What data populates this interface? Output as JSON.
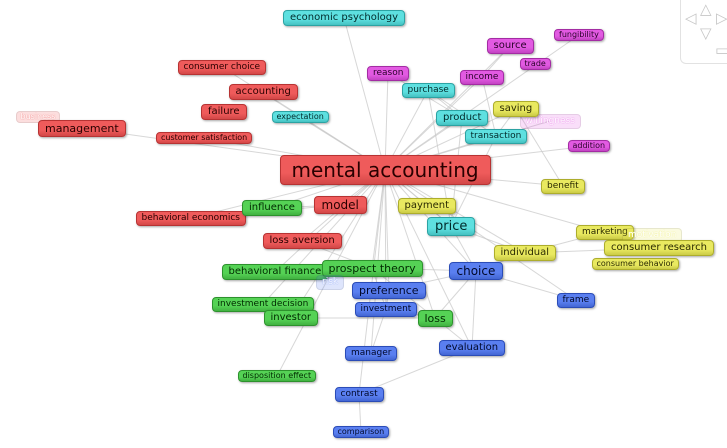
{
  "clusters": {
    "red": {
      "color": "#ef5b5b",
      "border": "#b73333",
      "text": "#2a0000"
    },
    "green": {
      "color": "#55d255",
      "border": "#2d922d",
      "text": "#002a00"
    },
    "blue": {
      "color": "#5a7ff0",
      "border": "#2b4cb7",
      "text": "#00082a"
    },
    "yellow": {
      "color": "#e9e960",
      "border": "#adad2c",
      "text": "#2a2a00"
    },
    "purple": {
      "color": "#e25ae2",
      "border": "#a32ca3",
      "text": "#2a002a"
    },
    "cyan": {
      "color": "#5ee0e0",
      "border": "#2ca3a3",
      "text": "#002a2a"
    }
  },
  "nodes": [
    {
      "id": "mental-accounting",
      "label": "mental accounting",
      "cluster": "red"
    },
    {
      "id": "economic-psychology",
      "label": "economic psychology",
      "cluster": "cyan"
    },
    {
      "id": "consumer-choice",
      "label": "consumer choice",
      "cluster": "red"
    },
    {
      "id": "accounting",
      "label": "accounting",
      "cluster": "red"
    },
    {
      "id": "failure",
      "label": "failure",
      "cluster": "red"
    },
    {
      "id": "business",
      "label": "business",
      "cluster": "red",
      "faded": true
    },
    {
      "id": "management",
      "label": "management",
      "cluster": "red"
    },
    {
      "id": "customer-satisfaction",
      "label": "customer satisfaction",
      "cluster": "red"
    },
    {
      "id": "model",
      "label": "model",
      "cluster": "red"
    },
    {
      "id": "behavioral-economics",
      "label": "behavioral economics",
      "cluster": "red"
    },
    {
      "id": "loss-aversion",
      "label": "loss aversion",
      "cluster": "red"
    },
    {
      "id": "source",
      "label": "source",
      "cluster": "purple"
    },
    {
      "id": "fungibility",
      "label": "fungibility",
      "cluster": "purple"
    },
    {
      "id": "trade",
      "label": "trade",
      "cluster": "purple"
    },
    {
      "id": "reason",
      "label": "reason",
      "cluster": "purple"
    },
    {
      "id": "income",
      "label": "income",
      "cluster": "purple"
    },
    {
      "id": "willingness",
      "label": "willingness",
      "cluster": "purple",
      "faded": true
    },
    {
      "id": "addition",
      "label": "addition",
      "cluster": "purple"
    },
    {
      "id": "purchase",
      "label": "purchase",
      "cluster": "cyan"
    },
    {
      "id": "expectation",
      "label": "expectation",
      "cluster": "cyan"
    },
    {
      "id": "product",
      "label": "product",
      "cluster": "cyan"
    },
    {
      "id": "transaction",
      "label": "transaction",
      "cluster": "cyan"
    },
    {
      "id": "price",
      "label": "price",
      "cluster": "cyan"
    },
    {
      "id": "saving",
      "label": "saving",
      "cluster": "yellow"
    },
    {
      "id": "benefit",
      "label": "benefit",
      "cluster": "yellow"
    },
    {
      "id": "payment",
      "label": "payment",
      "cluster": "yellow"
    },
    {
      "id": "individual",
      "label": "individual",
      "cluster": "yellow"
    },
    {
      "id": "marketing",
      "label": "marketing",
      "cluster": "yellow"
    },
    {
      "id": "motivation",
      "label": "motivation",
      "cluster": "yellow",
      "faded": true
    },
    {
      "id": "consumer-research",
      "label": "consumer research",
      "cluster": "yellow"
    },
    {
      "id": "consumer-behavior",
      "label": "consumer behavior",
      "cluster": "yellow"
    },
    {
      "id": "influence",
      "label": "influence",
      "cluster": "green"
    },
    {
      "id": "behavioral-finance",
      "label": "behavioral finance",
      "cluster": "green"
    },
    {
      "id": "prospect-theory",
      "label": "prospect theory",
      "cluster": "green"
    },
    {
      "id": "investment-decision",
      "label": "investment decision",
      "cluster": "green"
    },
    {
      "id": "investor",
      "label": "investor",
      "cluster": "green"
    },
    {
      "id": "loss",
      "label": "loss",
      "cluster": "green"
    },
    {
      "id": "disposition-effect",
      "label": "disposition effect",
      "cluster": "green"
    },
    {
      "id": "choice",
      "label": "choice",
      "cluster": "blue"
    },
    {
      "id": "risk",
      "label": "risk",
      "cluster": "blue",
      "faded": true
    },
    {
      "id": "preference",
      "label": "preference",
      "cluster": "blue"
    },
    {
      "id": "investment",
      "label": "investment",
      "cluster": "blue"
    },
    {
      "id": "frame",
      "label": "frame",
      "cluster": "blue"
    },
    {
      "id": "evaluation",
      "label": "evaluation",
      "cluster": "blue"
    },
    {
      "id": "manager",
      "label": "manager",
      "cluster": "blue"
    },
    {
      "id": "contrast",
      "label": "contrast",
      "cluster": "blue"
    },
    {
      "id": "comparison",
      "label": "comparison",
      "cluster": "blue"
    }
  ],
  "edges": [
    [
      "mental-accounting",
      "economic-psychology"
    ],
    [
      "mental-accounting",
      "consumer-choice"
    ],
    [
      "mental-accounting",
      "accounting"
    ],
    [
      "mental-accounting",
      "management"
    ],
    [
      "mental-accounting",
      "customer-satisfaction"
    ],
    [
      "mental-accounting",
      "model"
    ],
    [
      "mental-accounting",
      "behavioral-economics"
    ],
    [
      "mental-accounting",
      "loss-aversion"
    ],
    [
      "mental-accounting",
      "source"
    ],
    [
      "mental-accounting",
      "fungibility"
    ],
    [
      "mental-accounting",
      "income"
    ],
    [
      "mental-accounting",
      "reason"
    ],
    [
      "mental-accounting",
      "purchase"
    ],
    [
      "mental-accounting",
      "expectation"
    ],
    [
      "mental-accounting",
      "product"
    ],
    [
      "mental-accounting",
      "transaction"
    ],
    [
      "mental-accounting",
      "price"
    ],
    [
      "mental-accounting",
      "saving"
    ],
    [
      "mental-accounting",
      "benefit"
    ],
    [
      "mental-accounting",
      "payment"
    ],
    [
      "mental-accounting",
      "individual"
    ],
    [
      "mental-accounting",
      "consumer-research"
    ],
    [
      "mental-accounting",
      "influence"
    ],
    [
      "mental-accounting",
      "behavioral-finance"
    ],
    [
      "mental-accounting",
      "prospect-theory"
    ],
    [
      "mental-accounting",
      "investment-decision"
    ],
    [
      "mental-accounting",
      "investor"
    ],
    [
      "mental-accounting",
      "loss"
    ],
    [
      "mental-accounting",
      "choice"
    ],
    [
      "mental-accounting",
      "preference"
    ],
    [
      "mental-accounting",
      "investment"
    ],
    [
      "mental-accounting",
      "frame"
    ],
    [
      "mental-accounting",
      "evaluation"
    ],
    [
      "mental-accounting",
      "manager"
    ],
    [
      "mental-accounting",
      "contrast"
    ],
    [
      "mental-accounting",
      "disposition-effect"
    ],
    [
      "mental-accounting",
      "addition"
    ],
    [
      "mental-accounting",
      "willingness"
    ],
    [
      "price",
      "choice"
    ],
    [
      "price",
      "purchase"
    ],
    [
      "price",
      "product"
    ],
    [
      "price",
      "payment"
    ],
    [
      "price",
      "transaction"
    ],
    [
      "price",
      "individual"
    ],
    [
      "choice",
      "prospect-theory"
    ],
    [
      "choice",
      "preference"
    ],
    [
      "choice",
      "frame"
    ],
    [
      "choice",
      "loss"
    ],
    [
      "choice",
      "evaluation"
    ],
    [
      "choice",
      "individual"
    ],
    [
      "prospect-theory",
      "loss"
    ],
    [
      "prospect-theory",
      "behavioral-finance"
    ],
    [
      "prospect-theory",
      "loss-aversion"
    ],
    [
      "prospect-theory",
      "investment"
    ],
    [
      "loss",
      "evaluation"
    ],
    [
      "loss",
      "investment"
    ],
    [
      "loss",
      "investor"
    ],
    [
      "transaction",
      "purchase"
    ],
    [
      "transaction",
      "income"
    ],
    [
      "transaction",
      "saving"
    ],
    [
      "product",
      "purchase"
    ],
    [
      "product",
      "reason"
    ],
    [
      "source",
      "income"
    ],
    [
      "model",
      "influence"
    ],
    [
      "model",
      "behavioral-economics"
    ],
    [
      "preference",
      "investment"
    ],
    [
      "investment",
      "manager"
    ],
    [
      "evaluation",
      "contrast"
    ],
    [
      "contrast",
      "comparison"
    ],
    [
      "individual",
      "consumer-research"
    ],
    [
      "individual",
      "marketing"
    ],
    [
      "benefit",
      "saving"
    ],
    [
      "investor",
      "investment-decision"
    ]
  ],
  "nav_icons": [
    "arrow-up-icon",
    "arrow-left-icon",
    "arrow-right-icon",
    "arrow-down-icon",
    "zoom-out-icon"
  ]
}
